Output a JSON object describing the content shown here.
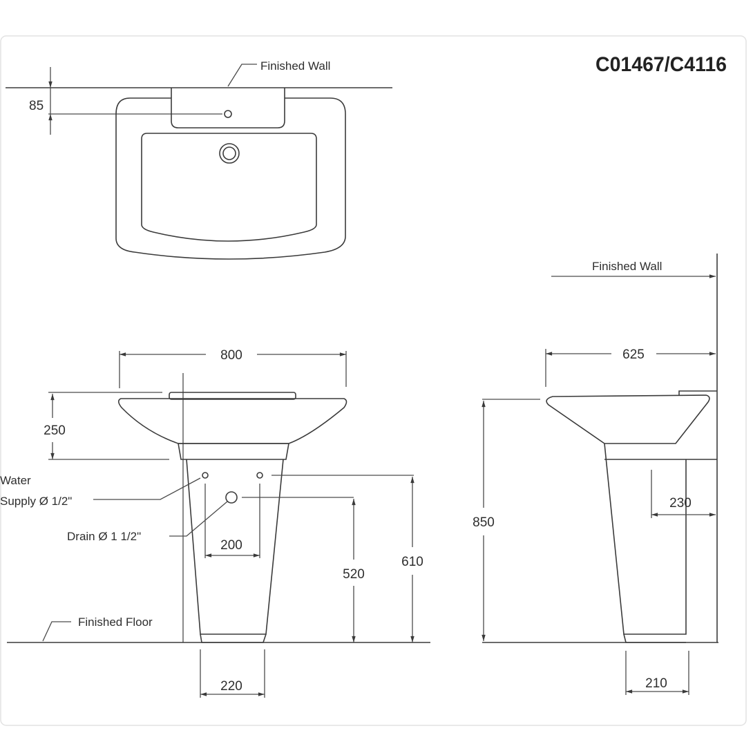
{
  "title": "C01467/C4116",
  "top_view": {
    "finished_wall_label": "Finished Wall",
    "dim_85": "85"
  },
  "front_view": {
    "dim_800": "800",
    "dim_250": "250",
    "water_supply_label_line1": "Water",
    "water_supply_label_line2": "Supply Ø 1/2\"",
    "drain_label": "Drain Ø 1 1/2\"",
    "dim_200": "200",
    "dim_520": "520",
    "dim_610": "610",
    "finished_floor_label": "Finished Floor",
    "dim_220": "220"
  },
  "side_view": {
    "finished_wall_label": "Finished Wall",
    "dim_625": "625",
    "dim_850": "850",
    "dim_230": "230",
    "dim_210": "210"
  }
}
